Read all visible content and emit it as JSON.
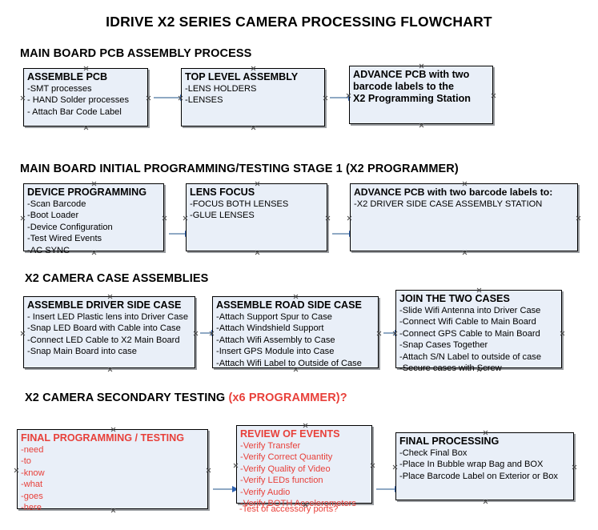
{
  "document": {
    "title": "IDRIVE X2  SERIES CAMERA PROCESSING FLOWCHART",
    "accent_color": "#e8403a",
    "box_fill_color": "#e9eff8",
    "connector_color": "#8fa9c4",
    "arrow_head_color": "#2f62b0"
  },
  "sections": [
    {
      "id": "main-board-pcb-assembly-process",
      "heading": "MAIN BOARD PCB ASSEMBLY PROCESS",
      "heading_accent": "",
      "boxes": [
        {
          "id": "assemble-pcb",
          "title": "ASSEMBLE PCB",
          "lines": [
            "-SMT processes",
            "- HAND Solder processes",
            "- Attach Bar Code Label"
          ],
          "color": "black"
        },
        {
          "id": "top-level-assembly",
          "title": "TOP LEVEL ASSEMBLY",
          "lines": [
            "-LENS HOLDERS",
            "-LENSES"
          ],
          "color": "black"
        },
        {
          "id": "advance-pcb-to-x2-programming-station",
          "title": "ADVANCE PCB with two",
          "lines": [
            "barcode labels to the",
            " X2 Programming Station"
          ],
          "color": "black"
        }
      ]
    },
    {
      "id": "main-board-initial-programming-testing-stage-1",
      "heading": "MAIN BOARD INITIAL PROGRAMMING/TESTING STAGE 1 (X2 PROGRAMMER)",
      "heading_accent": "",
      "boxes": [
        {
          "id": "device-programming",
          "title": "DEVICE PROGRAMMING",
          "lines": [
            "-Scan Barcode",
            "-Boot Loader",
            "-Device Configuration",
            "-Test Wired Events",
            "-AC SYNC"
          ],
          "color": "black"
        },
        {
          "id": "lens-focus",
          "title": "LENS FOCUS",
          "lines": [
            "-FOCUS BOTH LENSES",
            "-GLUE LENSES"
          ],
          "color": "black"
        },
        {
          "id": "advance-pcb-to-driver-side-case-assembly",
          "title": "ADVANCE PCB with two barcode labels to:",
          "lines": [
            "-X2 DRIVER  SIDE  CASE  ASSEMBLY STATION"
          ],
          "color": "black"
        }
      ]
    },
    {
      "id": "x2-camera-case-assemblies",
      "heading": "X2 CAMERA CASE ASSEMBLIES",
      "heading_accent": "",
      "boxes": [
        {
          "id": "assemble-driver-side-case",
          "title": "ASSEMBLE DRIVER SIDE CASE",
          "lines": [
            "- Insert LED Plastic lens into Driver Case",
            "-Snap LED Board with Cable into Case",
            "-Connect LED Cable to X2 Main Board",
            "-Snap Main Board into case"
          ],
          "color": "black"
        },
        {
          "id": "assemble-road-side-case",
          "title": "ASSEMBLE ROAD SIDE CASE",
          "lines": [
            "-Attach Support Spur to Case",
            "-Attach Windshield Support",
            "-Attach Wifi Assembly to Case",
            "-Insert GPS Module into Case",
            "-Attach Wifi Label to Outside of Case"
          ],
          "color": "black"
        },
        {
          "id": "join-the-two-cases",
          "title": "JOIN THE TWO CASES",
          "lines": [
            "-Slide Wifi Antenna into Driver Case",
            "-Connect Wifi Cable to Main Board",
            "-Connect GPS Cable to Main Board",
            "-Snap Cases Together",
            "-Attach S/N Label to outside of case",
            "-Secure cases with Screw"
          ],
          "color": "black"
        }
      ]
    },
    {
      "id": "x2-camera-secondary-testing",
      "heading": "X2 CAMERA SECONDARY TESTING ",
      "heading_accent": "(x6 PROGRAMMER)?",
      "boxes": [
        {
          "id": "final-programming-testing",
          "title": "FINAL PROGRAMMING / TESTING",
          "lines": [
            "-need",
            "-to",
            "-know",
            "-what",
            "-goes",
            "-here"
          ],
          "color": "red"
        },
        {
          "id": "review-of-events",
          "title": "REVIEW OF EVENTS",
          "lines": [
            "-Verify Transfer",
            "-Verify Correct Quantity",
            "-Verify Quality of Video",
            "-Verify LEDs function",
            "-Verify Audio",
            "-Verify BOTH Accelerometers"
          ],
          "overflow_line": "-Test of accessory ports?",
          "color": "red"
        },
        {
          "id": "final-processing",
          "title": "FINAL PROCESSING",
          "lines": [
            " -Check Final Box",
            "-Place In Bubble wrap Bag and BOX",
            "-Place Barcode Label on Exterior or Box"
          ],
          "color": "black"
        }
      ]
    }
  ]
}
